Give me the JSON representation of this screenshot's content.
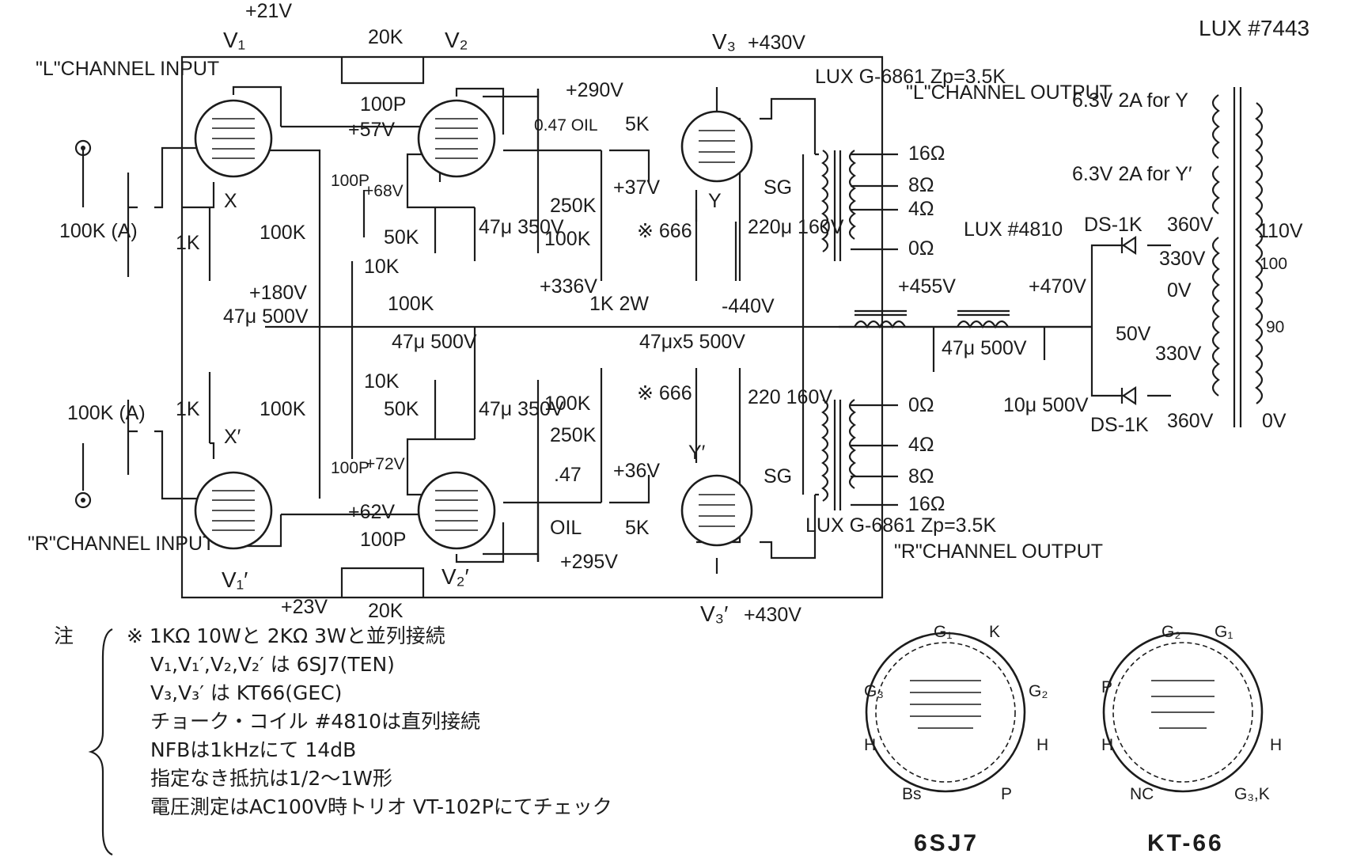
{
  "labels": {
    "l_input": "\"L\"CHANNEL\nINPUT",
    "r_input": "\"R\"CHANNEL\nINPUT",
    "l_output": "\"L\"CHANNEL\nOUTPUT",
    "r_output": "\"R\"CHANNEL\nOUTPUT",
    "v1": "V₁",
    "v2": "V₂",
    "v3": "V₃",
    "v1p": "V₁′",
    "v2p": "V₂′",
    "v3p": "V₃′",
    "x": "X",
    "y": "Y",
    "xp": "X′",
    "yp": "Y′",
    "sg": "SG",
    "sg_r": "SG",
    "ref_mark_a": "※\n666",
    "ref_mark_b": "※\n666"
  },
  "voltages": {
    "v21": "+21V",
    "v23": "+23V",
    "v430": "+430V",
    "v430b": "+430V",
    "v290": "+290V",
    "v295": "+295V",
    "v57": "+57V",
    "v62": "+62V",
    "v68": "+68V",
    "v72": "+72V",
    "v37": "+37V",
    "v36": "+36V",
    "v180": "+180V",
    "v336": "+336V",
    "v440": "-440V",
    "v455": "+455V",
    "v470": "+470V"
  },
  "components": {
    "r20k_top": "20K",
    "c100p_top": "100P",
    "r20k_bot": "20K",
    "c100p_bot": "100P",
    "c047_top": "0.47 OIL",
    "c047_bot_val": ".47",
    "c047_bot_oil": "OIL",
    "r5k_top": "5K",
    "r5k_bot": "5K",
    "pot_l": "100K\n(A)",
    "pot_r": "100K\n(A)",
    "r1k_l": "1K",
    "r1k_r": "1K",
    "r100k_l": "100K",
    "r100k_r": "100K",
    "c100p_mid_l": "100P",
    "c100p_mid_r": "100P",
    "r10k_l": "10K",
    "r10k_r": "10K",
    "r50k_l": "50K",
    "r50k_r": "50K",
    "c47_350_l": "47μ\n350V",
    "c47_350_r": "47μ\n350V",
    "r250k_l": "250K",
    "r250k_r": "250K",
    "r100k_l2": "100K",
    "r100k_r2": "100K",
    "c220_l": "220μ\n160V",
    "c220_r": "220\n160V",
    "c47_500_a": "47μ\n500V",
    "r100k_bus": "100K",
    "c47_500_b": "47μ 500V",
    "r1k2w": "1K 2W",
    "c47x5": "47μx5 500V",
    "c47_500_c": "47μ\n500V",
    "c10_500": "10μ\n500V"
  },
  "transformers": {
    "out_l": "LUX\nG-6861\nZp=3.5K",
    "out_r": "LUX\nG-6861\nZp=3.5K",
    "choke": "LUX\n#4810",
    "power": "LUX\n#7443"
  },
  "taps": {
    "l": [
      "16Ω",
      "8Ω",
      "4Ω",
      "0Ω"
    ],
    "r": [
      "0Ω",
      "4Ω",
      "8Ω",
      "16Ω"
    ]
  },
  "power_supply": {
    "h1": "6.3V 2A\nfor Y",
    "h2": "6.3V 2A\nfor Y′",
    "ds1": "DS-1K",
    "ds2": "DS-1K",
    "v360a": "360V",
    "v360b": "360V",
    "v330a": "330V",
    "v330b": "330V",
    "v0": "0V",
    "v50": "50V",
    "pri110": "110V",
    "pri100": "100",
    "pri90": "90",
    "pri0": "0V"
  },
  "notes": {
    "marker": "注",
    "lines": [
      "※ 1KΩ 10Wと 2KΩ 3Wと並列接続",
      "V₁,V₁′,V₂,V₂′ は 6SJ7(TEN)",
      "V₃,V₃′ は KT66(GEC)",
      "チョーク・コイル #4810は直列接続",
      "NFBは1kHzにて 14dB",
      "指定なき抵抗は1/2～1W形",
      "電圧測定はAC100V時トリオ VT-102Pにてチェック"
    ]
  },
  "pinouts": {
    "sj7": {
      "title": "6SJ7",
      "pins": [
        "G₁",
        "K",
        "G₃",
        "G₂",
        "H",
        "H",
        "Bs",
        "P"
      ]
    },
    "kt66": {
      "title": "KT-66",
      "pins": [
        "G₂",
        "G₁",
        "P",
        "H",
        "H",
        "NC",
        "G₃,K"
      ]
    }
  }
}
